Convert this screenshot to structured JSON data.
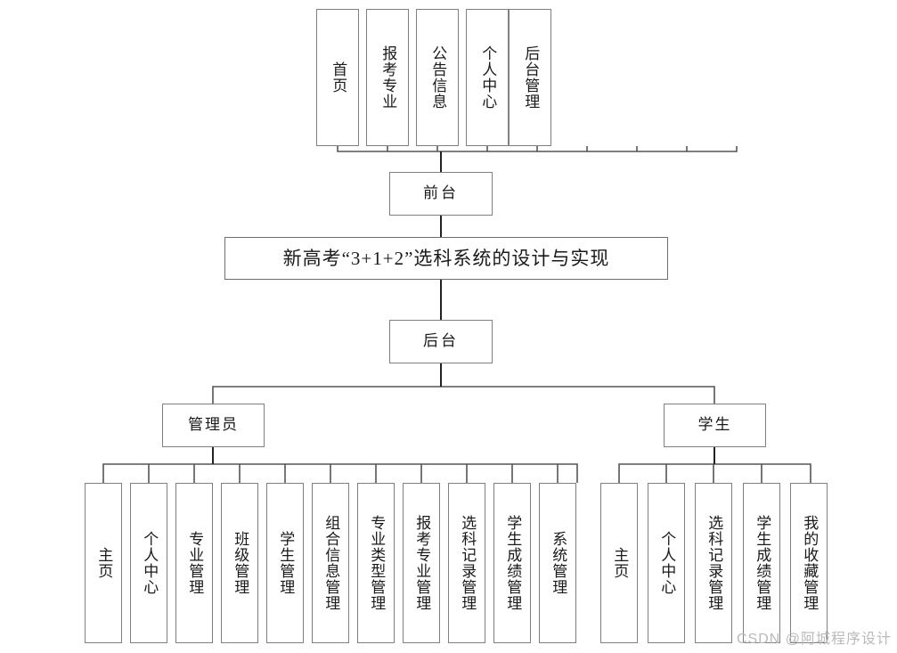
{
  "diagram": {
    "title_box": {
      "label": "新高考“3+1+2”选科系统的设计与实现"
    },
    "stages": {
      "frontend": "前台",
      "backend": "后台"
    },
    "roles": {
      "admin": "管理员",
      "student": "学生"
    },
    "frontend_menu": [
      {
        "label": "首页"
      },
      {
        "label": "报考专业"
      },
      {
        "label": "公告信息"
      },
      {
        "label": "个人中心"
      },
      {
        "label": "后台管理"
      }
    ],
    "admin_menu": [
      {
        "label": "主页"
      },
      {
        "label": "个人中心"
      },
      {
        "label": "专业管理"
      },
      {
        "label": "班级管理"
      },
      {
        "label": "学生管理"
      },
      {
        "label": "组合信息管理"
      },
      {
        "label": "专业类型管理"
      },
      {
        "label": "报考专业管理"
      },
      {
        "label": "选科记录管理"
      },
      {
        "label": "学生成绩管理"
      },
      {
        "label": "系统管理"
      }
    ],
    "student_menu": [
      {
        "label": "主页"
      },
      {
        "label": "个人中心"
      },
      {
        "label": "选科记录管理"
      },
      {
        "label": "学生成绩管理"
      },
      {
        "label": "我的收藏管理"
      }
    ],
    "watermark": "CSDN @阿城程序设计",
    "colors": {
      "box_border": "#808080",
      "connector": "#555555",
      "connector_strong": "#222222",
      "background": "#ffffff",
      "text": "#1a1a1a",
      "watermark": "#b9b9b9"
    }
  }
}
